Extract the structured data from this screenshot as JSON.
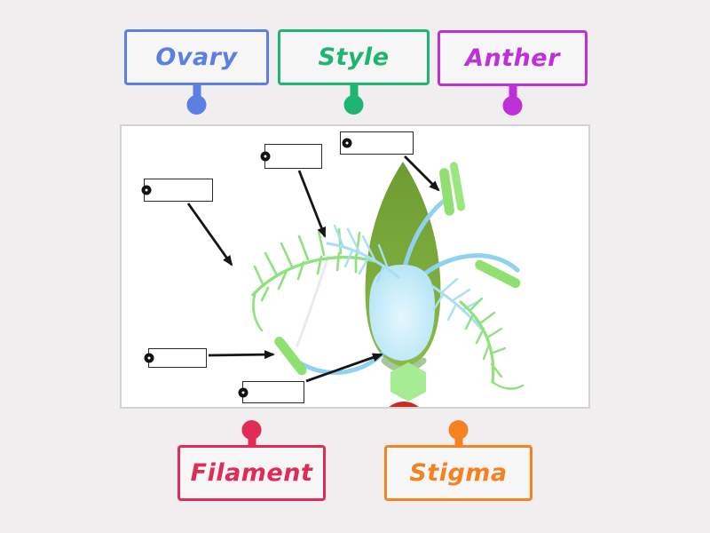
{
  "page": {
    "background_color": "#f0eeee",
    "activity_type": "labelled-diagram drag-and-drop"
  },
  "word_bank": {
    "top": [
      {
        "label": "Ovary",
        "color": "#5c7fe4"
      },
      {
        "label": "Style",
        "color": "#1db571"
      },
      {
        "label": "Anther",
        "color": "#bf30d8"
      }
    ],
    "bottom": [
      {
        "label": "Filament",
        "color": "#e02b56"
      },
      {
        "label": "Stigma",
        "color": "#f58220"
      }
    ]
  },
  "diagram_panel": {
    "subject": "grass-flower-diagram",
    "targets_count": 5,
    "arrow_color": "#161616",
    "colors": {
      "panel_background": "#ffffff",
      "panel_border": "#d3d1d1",
      "leaf_green_dark": "#6d9b31",
      "leaf_green_light": "#8bbc4b",
      "ovary_blue": "#a8ddf4",
      "style_blue": "#8ed2f0",
      "anther_green": "#8fe070",
      "stigma_feather_green": "#8fe27e",
      "stigma_feather_blue": "#a9dff5",
      "base_hexagon_green": "#a6ec93",
      "bottom_red": "#ca2a22"
    }
  }
}
